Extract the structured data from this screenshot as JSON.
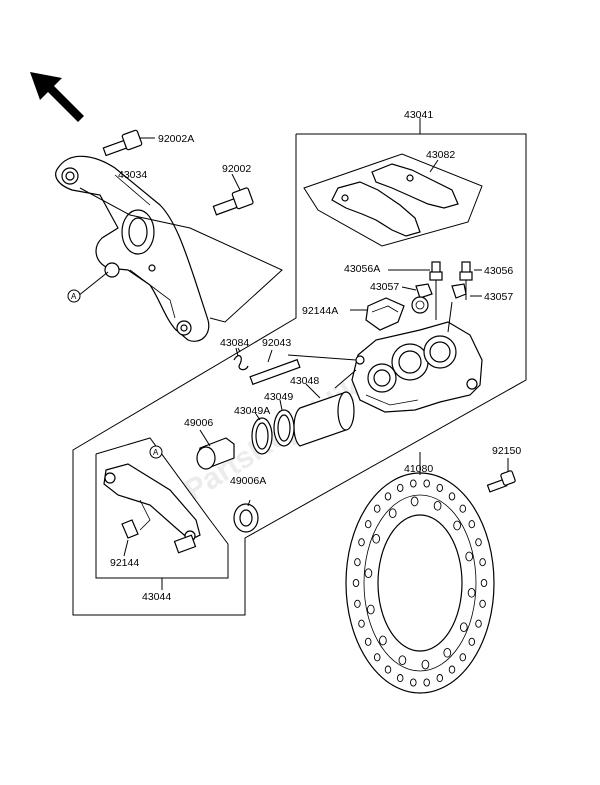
{
  "watermark": "PartsRepublik",
  "callouts": {
    "p43041": "43041",
    "p43082": "43082",
    "p92002A": "92002A",
    "p92002": "92002",
    "p43034": "43034",
    "p43056A": "43056A",
    "p43056": "43056",
    "p43057a": "43057",
    "p43057b": "43057",
    "p92144A": "92144A",
    "p43084": "43084",
    "p92043": "92043",
    "p43048": "43048",
    "p43049": "43049",
    "p43049A": "43049A",
    "p49006": "49006",
    "p49006A": "49006A",
    "p41080": "41080",
    "p92150": "92150",
    "p92144": "92144",
    "p43044": "43044"
  },
  "ref_markers": {
    "top": "A",
    "bottom": "A"
  },
  "icons": {
    "direction": "front-direction-arrow-icon"
  }
}
